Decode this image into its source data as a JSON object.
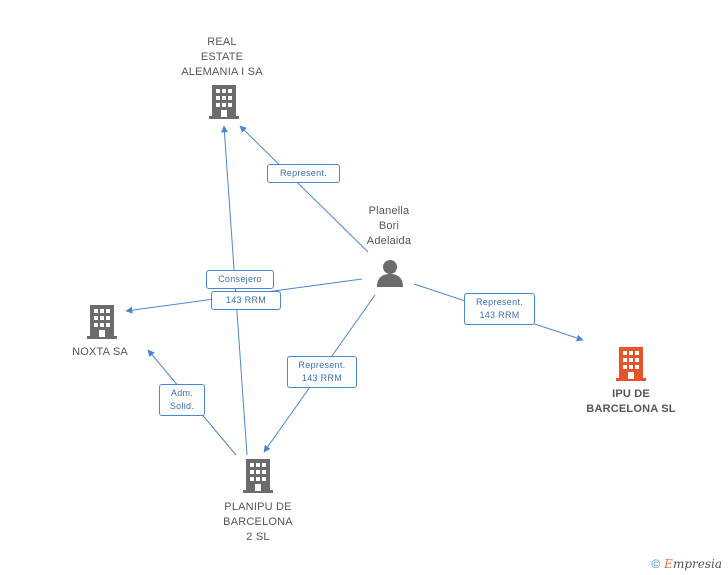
{
  "nodes": {
    "real_estate": {
      "label": "REAL\nESTATE\nALEMANIA I SA",
      "icon": "building-icon",
      "color": "#6b6b6b"
    },
    "planella": {
      "label": "Planella\nBori\nAdelaida",
      "icon": "person-icon",
      "color": "#6b6b6b"
    },
    "noxta": {
      "label": "NOXTA SA",
      "icon": "building-icon",
      "color": "#6b6b6b"
    },
    "ipu": {
      "label": "IPU DE\nBARCELONA SL",
      "icon": "building-icon",
      "color": "#e8542a"
    },
    "planipu": {
      "label": "PLANIPU DE\nBARCELONA\n2 SL",
      "icon": "building-icon",
      "color": "#6b6b6b"
    }
  },
  "edge_labels": {
    "represent_top": "Represent.",
    "consejero": "Consejero",
    "rrm_left": "143 RRM",
    "represent_right": "Represent.\n143 RRM",
    "represent_mid": "Represent.\n143 RRM",
    "adm_solid": "Adm.\nSolid."
  },
  "colors": {
    "edge": "#4a86d0",
    "accent": "#e8542a"
  },
  "footer": {
    "copyright": "©",
    "brand_first": "E",
    "brand_rest": "mpresia"
  }
}
